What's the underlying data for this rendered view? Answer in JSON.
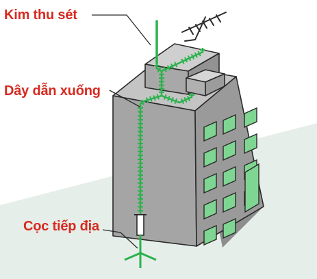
{
  "labels": {
    "lightning_rod": "Kim thu sét",
    "down_conductor": "Dây dẫn xuống",
    "ground_rod": "Cọc tiếp địa"
  },
  "colors": {
    "label_text": "#d62a20",
    "conductor": "#2bb24c",
    "ground_plane": "#e6eee9",
    "building_front": "#a5a5a5",
    "building_side": "#8e8e8e",
    "building_top": "#c4c4c4",
    "window_glass": "#7fd592",
    "outline": "#2a2a2a"
  },
  "icons": [
    "antenna-icon",
    "lightning-rod-icon",
    "ground-rod-icon"
  ]
}
